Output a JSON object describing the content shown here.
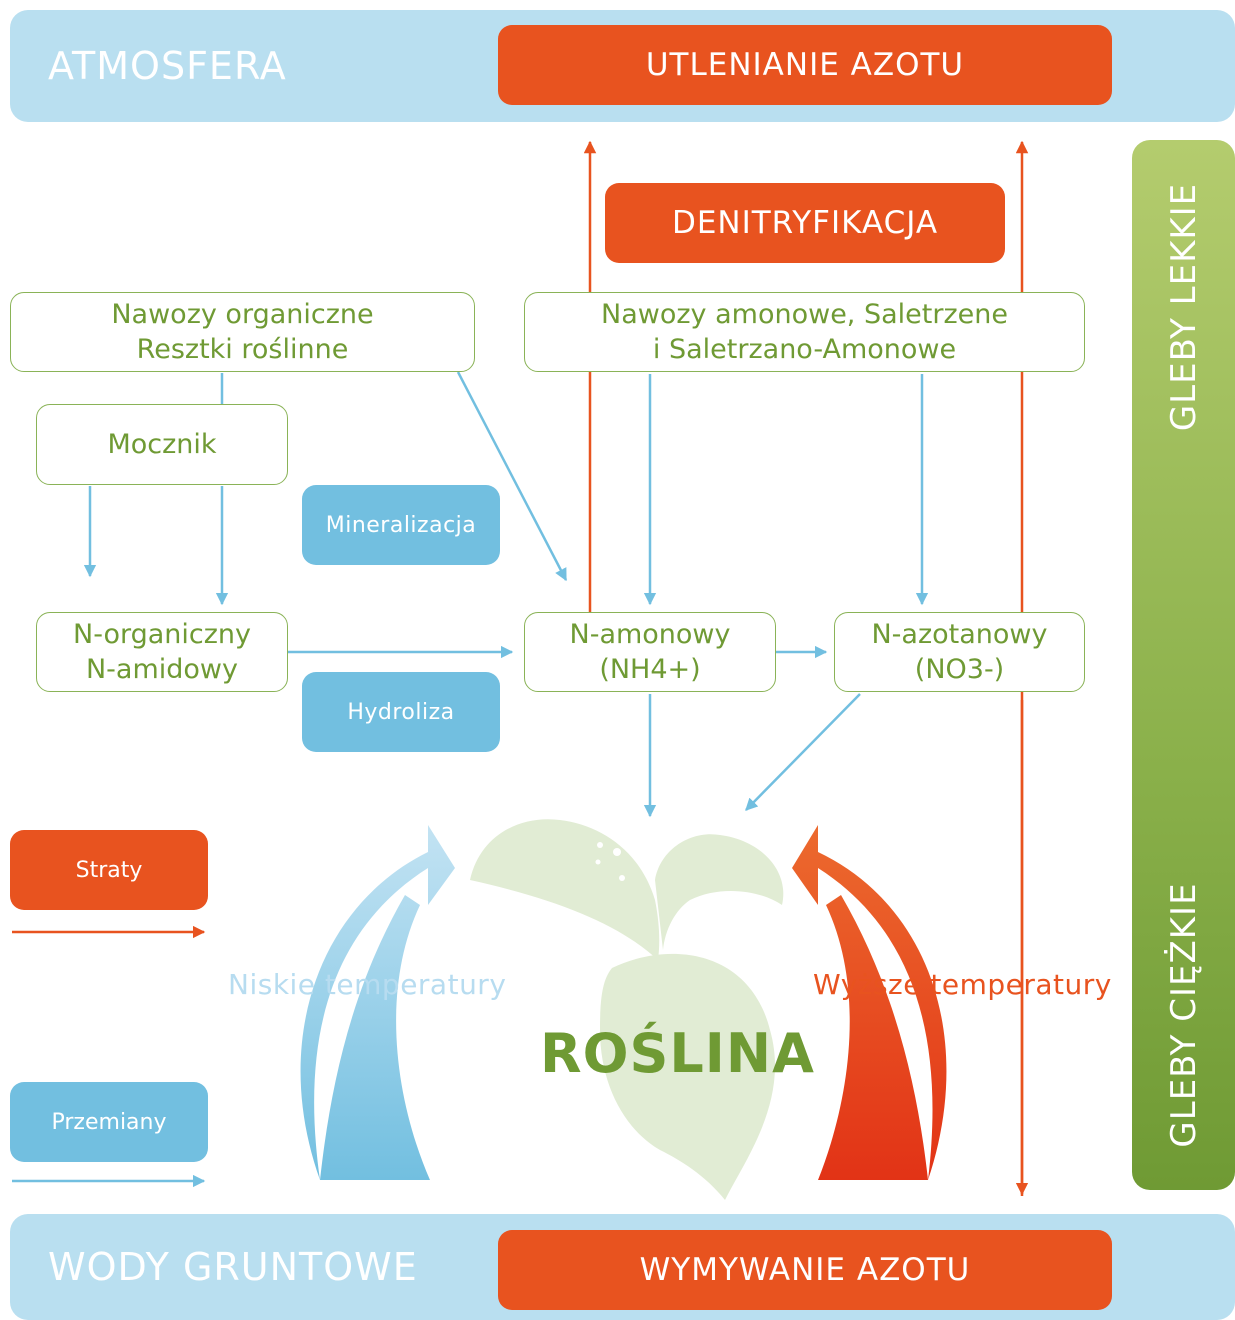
{
  "atmosphere": {
    "label": "ATMOSFERA",
    "process": "UTLENIANIE AZOTU"
  },
  "groundwater": {
    "label": "WODY GRUNTOWE",
    "process": "WYMYWANIE AZOTU"
  },
  "denitrification": "DENITRYFIKACJA",
  "soil_sidebar": {
    "top": "GLEBY LEKKIE",
    "bottom": "GLEBY CIĘŻKIE"
  },
  "nodes": {
    "organic_fertilizers": {
      "line1": "Nawozy organiczne",
      "line2": "Resztki roślinne"
    },
    "mineral_fertilizers": {
      "line1": "Nawozy amonowe, Saletrzene",
      "line2": "i Saletrzano-Amonowe"
    },
    "urea": {
      "line1": "Mocznik"
    },
    "organic_n": {
      "line1": "N-organiczny",
      "line2": "N-amidowy"
    },
    "ammonium_n": {
      "line1": "N-amonowy",
      "line2": "(NH4+)"
    },
    "nitrate_n": {
      "line1": "N-azotanowy",
      "line2": "(NO3-)"
    }
  },
  "processes": {
    "mineralization": "Mineralizacja",
    "hydrolysis": "Hydroliza"
  },
  "legend": {
    "losses": "Straty",
    "transformations": "Przemiany"
  },
  "temperatures": {
    "low": "Niskie temperatury",
    "high": "Wyższe temperatury"
  },
  "plant": {
    "label": "ROŚLINA"
  },
  "colors": {
    "loss": "#e8531f",
    "transformation": "#72bfe0",
    "band": "#b9dff0",
    "green_text": "#6f9a34",
    "soil_bar": "#8ab04a",
    "plant_fill": "#e1ecd4"
  }
}
